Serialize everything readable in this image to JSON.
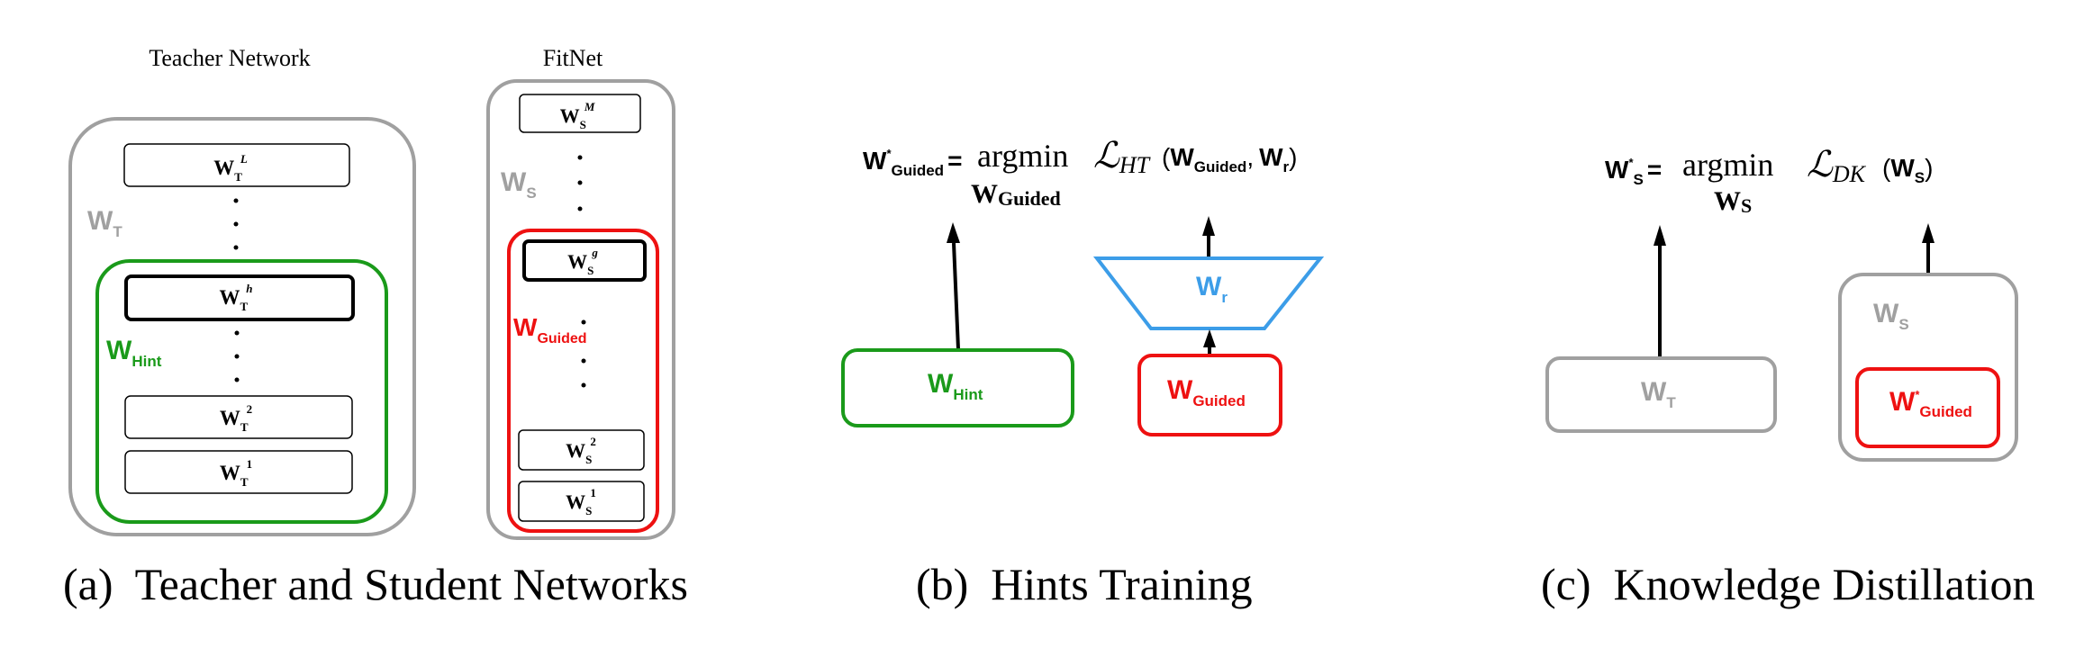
{
  "panel_a": {
    "teacher_title": "Teacher Network",
    "fitnet_title": "FitNet",
    "teacher_label": {
      "base": "W",
      "sub": "T"
    },
    "hint_label": {
      "base": "W",
      "sub": "Hint"
    },
    "student_label": {
      "base": "W",
      "sub": "S"
    },
    "guided_label": {
      "base": "W",
      "sub": "Guided"
    },
    "teacher_layers": [
      {
        "base": "W",
        "sub": "T",
        "sup": "L"
      },
      {
        "base": "W",
        "sub": "T",
        "sup": "h"
      },
      {
        "base": "W",
        "sub": "T",
        "sup": "2"
      },
      {
        "base": "W",
        "sub": "T",
        "sup": "1"
      }
    ],
    "student_layers": [
      {
        "base": "W",
        "sub": "S",
        "sup": "M"
      },
      {
        "base": "W",
        "sub": "S",
        "sup": "g"
      },
      {
        "base": "W",
        "sub": "S",
        "sup": "2"
      },
      {
        "base": "W",
        "sub": "S",
        "sup": "1"
      }
    ],
    "caption": "(a)  Teacher and Student Networks"
  },
  "panel_b": {
    "eq_lhs_base": "W",
    "eq_lhs_sup": "*",
    "eq_lhs_sub": "Guided",
    "eq_equals": "=",
    "eq_argmin": "argmin",
    "eq_under": "W",
    "eq_under_sub": "Guided",
    "eq_loss": "ℒ",
    "eq_loss_sub": "HT",
    "eq_open": "(",
    "eq_arg1_base": "W",
    "eq_arg1_sub": "Guided",
    "eq_comma": ",",
    "eq_arg2_base": "W",
    "eq_arg2_sub": "r",
    "eq_close": ")",
    "hint_box": {
      "base": "W",
      "sub": "Hint"
    },
    "regressor": {
      "base": "W",
      "sub": "r"
    },
    "guided_box": {
      "base": "W",
      "sub": "Guided"
    },
    "caption": "(b)  Hints Training"
  },
  "panel_c": {
    "eq_lhs_base": "W",
    "eq_lhs_sup": "*",
    "eq_lhs_sub": "S",
    "eq_equals": "=",
    "eq_argmin": "argmin",
    "eq_under": "W",
    "eq_under_sub": "S",
    "eq_loss": "ℒ",
    "eq_loss_sub": "DK",
    "eq_open": "(",
    "eq_arg_base": "W",
    "eq_arg_sub": "S",
    "eq_close": ")",
    "teacher_box": {
      "base": "W",
      "sub": "T"
    },
    "student_label": {
      "base": "W",
      "sub": "S"
    },
    "guided_box": {
      "base": "W",
      "sup": "*",
      "sub": "Guided"
    },
    "caption": "(c)  Knowledge Distillation"
  },
  "colors": {
    "gray": "#a0a0a0",
    "green": "#1a9a1a",
    "red": "#ee1111",
    "blue": "#3c9de8",
    "black": "#000000"
  }
}
